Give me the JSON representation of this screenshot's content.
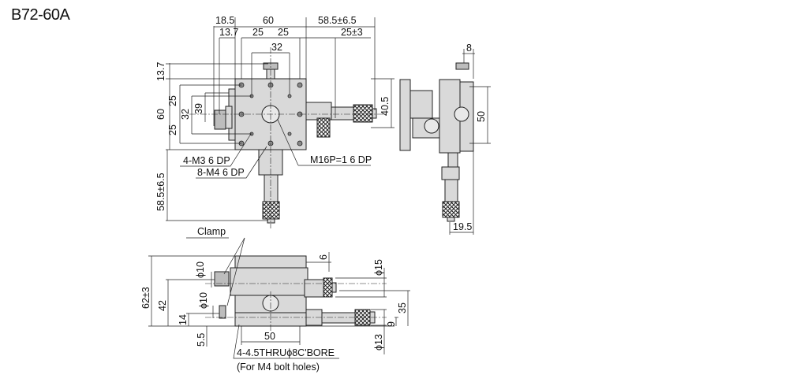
{
  "title": "B72-60A",
  "top_view": {
    "dims": {
      "d18_5": "18.5",
      "d60_top": "60",
      "d58_5": "58.5±6.5",
      "d13_7_top": "13.7",
      "d25_a": "25",
      "d25_b": "25",
      "d25_3": "25±3",
      "d32_top": "32",
      "d13_7_left": "13.7",
      "d60_left": "60",
      "d25_l1": "25",
      "d32_left": "32",
      "d39": "39",
      "d25_l2": "25",
      "d40_5": "40.5",
      "d58_5_left": "58.5±6.5"
    },
    "callouts": {
      "m3": "4-M3 6 DP",
      "m4": "8-M4 6 DP",
      "m16": "M16P=1 6 DP"
    }
  },
  "side_view": {
    "dims": {
      "d8": "8",
      "d50": "50",
      "d19_5": "19.5"
    }
  },
  "front_view": {
    "dims": {
      "clamp": "Clamp",
      "d6": "6",
      "phi15": "ϕ15",
      "phi10_a": "ϕ10",
      "phi10_b": "ϕ10",
      "d62": "62±3",
      "d42": "42",
      "d14": "14",
      "d5_5": "5.5",
      "d50": "50",
      "d35": "35",
      "d9": "9",
      "phi13": "ϕ13"
    },
    "callouts": {
      "bore": "4-4.5THRUϕ8C'BORE",
      "bolt": "(For M4 bolt holes)"
    }
  }
}
